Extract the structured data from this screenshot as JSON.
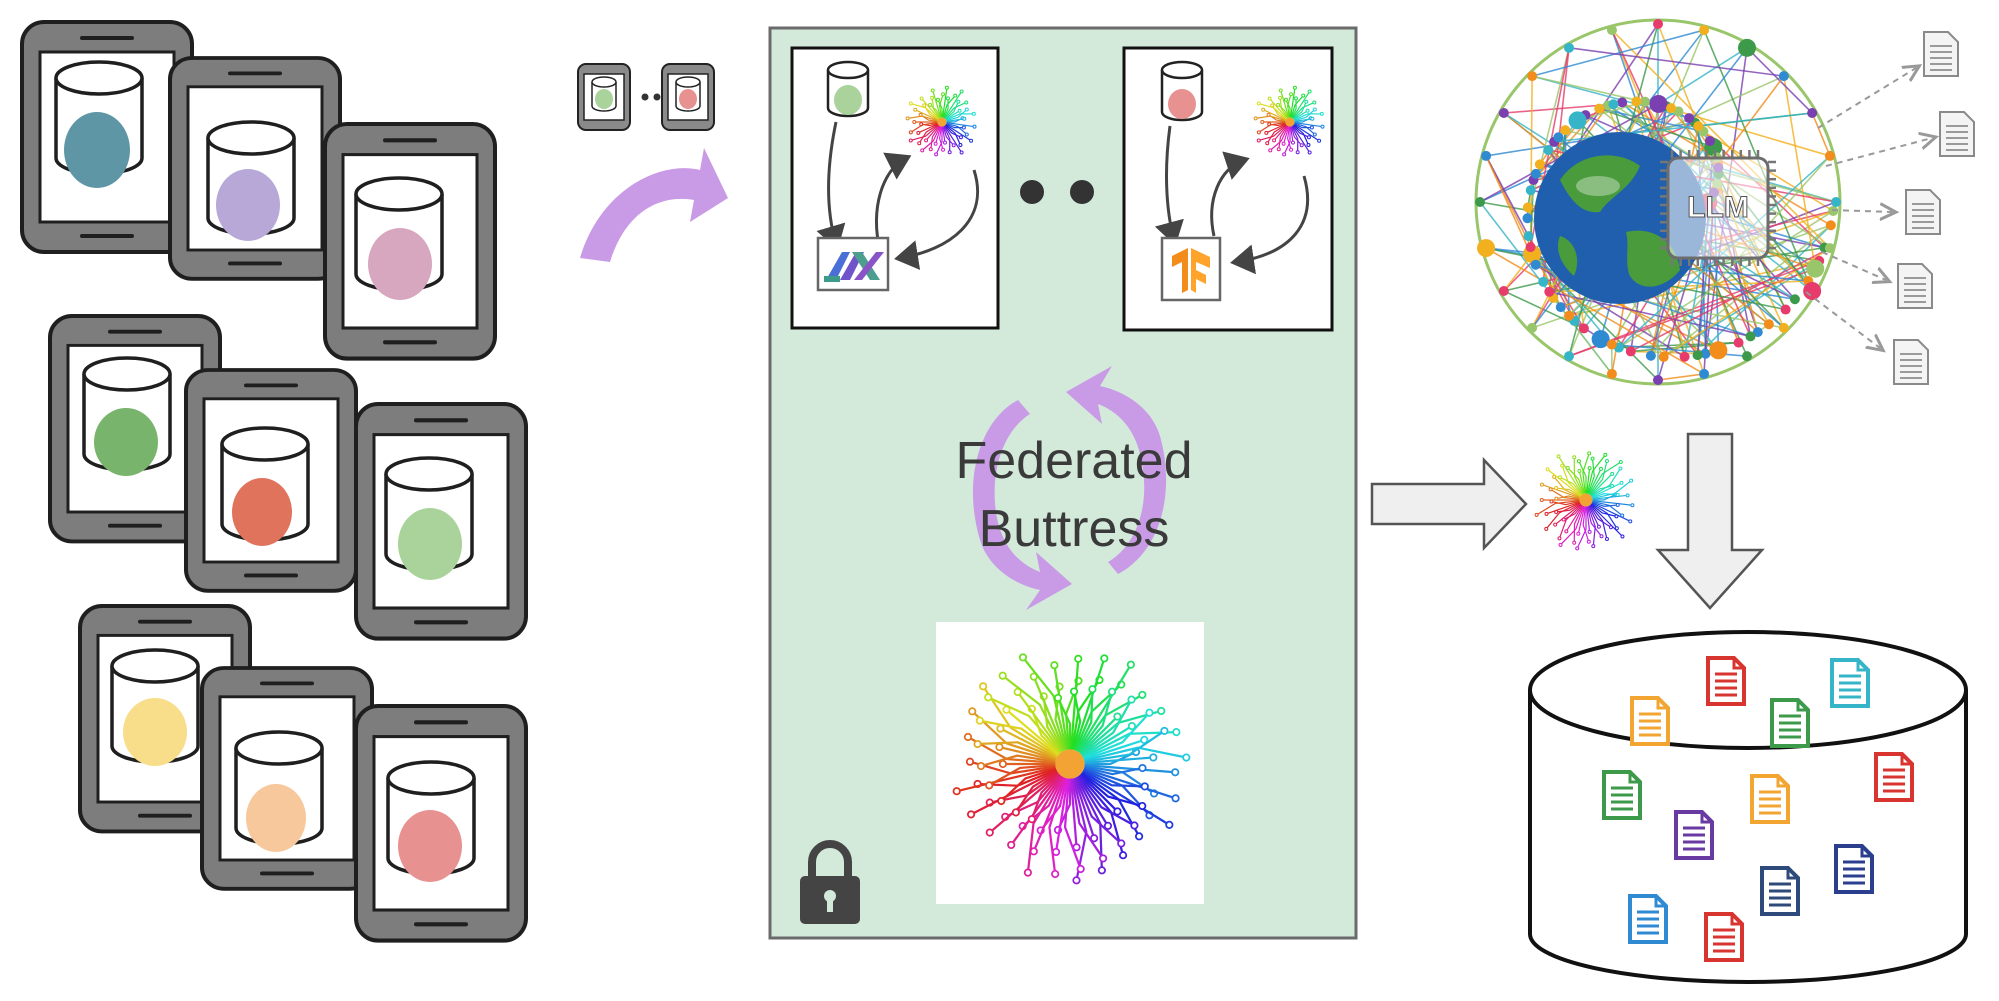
{
  "center_panel": {
    "title_line1": "Federated",
    "title_line2": "Buttress"
  },
  "llm_chip": {
    "label": "LLM"
  },
  "colors": {
    "panel_bg": "#d3eadb",
    "panel_border": "#6b6b6b",
    "device_frame": "#7a7a7a",
    "flow_arrow": "#c99be6",
    "gray_arrow": "#efefef"
  },
  "devices": [
    {
      "color": "#5f96a6"
    },
    {
      "color": "#b7a8d8"
    },
    {
      "color": "#d7a7bf"
    },
    {
      "color": "#79b46c"
    },
    {
      "color": "#e0735c"
    },
    {
      "color": "#a9d39b"
    },
    {
      "color": "#f8dd8a"
    },
    {
      "color": "#f6c89b"
    },
    {
      "color": "#e89191"
    }
  ],
  "icons": {
    "jax": "jax-logo-icon",
    "tensorflow": "tensorflow-logo-icon",
    "lock": "lock-icon",
    "brain": "circuit-brain-icon",
    "globe": "network-globe-icon",
    "database": "database-icon",
    "document": "document-icon"
  }
}
